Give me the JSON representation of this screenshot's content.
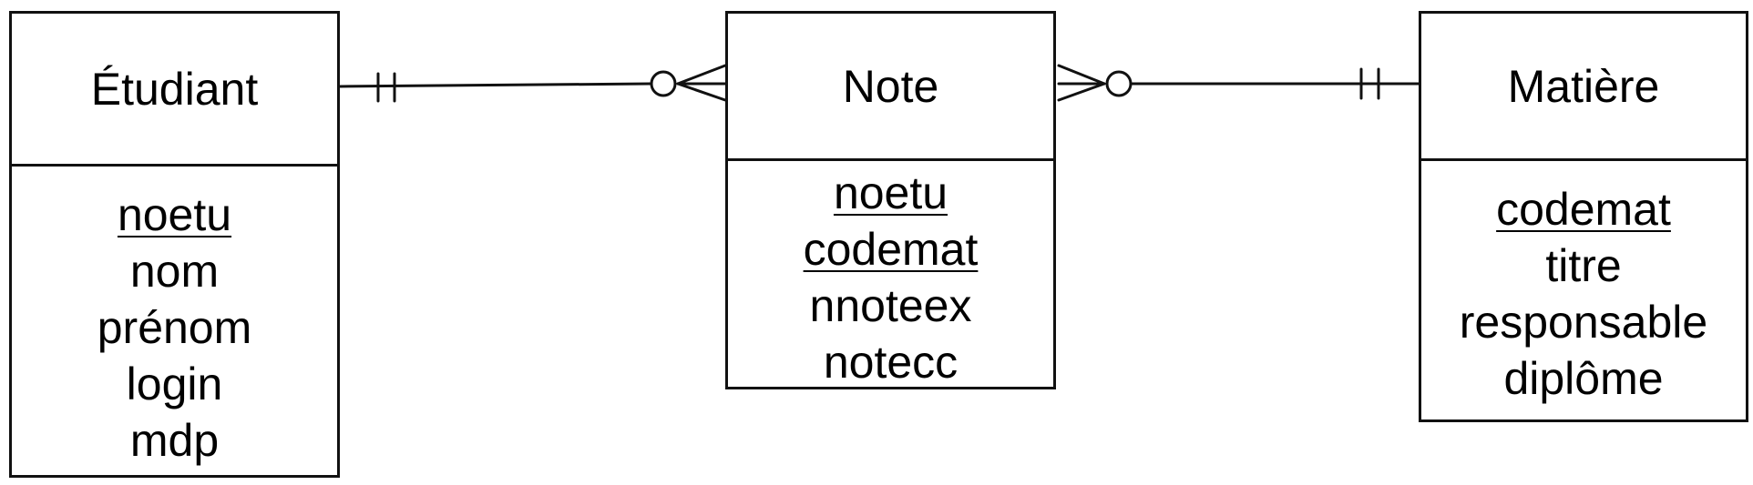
{
  "entities": {
    "etudiant": {
      "name": "Étudiant",
      "attributes": [
        {
          "label": "noetu",
          "key": true
        },
        {
          "label": "nom",
          "key": false
        },
        {
          "label": "prénom",
          "key": false
        },
        {
          "label": "login",
          "key": false
        },
        {
          "label": "mdp",
          "key": false
        }
      ]
    },
    "note": {
      "name": "Note",
      "attributes": [
        {
          "label": "noetu",
          "key": true
        },
        {
          "label": "codemat",
          "key": true
        },
        {
          "label": "nnoteex",
          "key": false
        },
        {
          "label": "notecc",
          "key": false
        }
      ]
    },
    "matiere": {
      "name": "Matière",
      "attributes": [
        {
          "label": "codemat",
          "key": true
        },
        {
          "label": "titre",
          "key": false
        },
        {
          "label": "responsable",
          "key": false
        },
        {
          "label": "diplôme",
          "key": false
        }
      ]
    }
  },
  "relationships": [
    {
      "from": "etudiant",
      "to": "note",
      "from_cardinality": "one-and-only-one",
      "to_cardinality": "zero-or-many"
    },
    {
      "from": "note",
      "to": "matiere",
      "from_cardinality": "zero-or-many",
      "to_cardinality": "one-and-only-one"
    }
  ],
  "colors": {
    "line": "#111111",
    "background": "#ffffff",
    "text": "#000000"
  }
}
